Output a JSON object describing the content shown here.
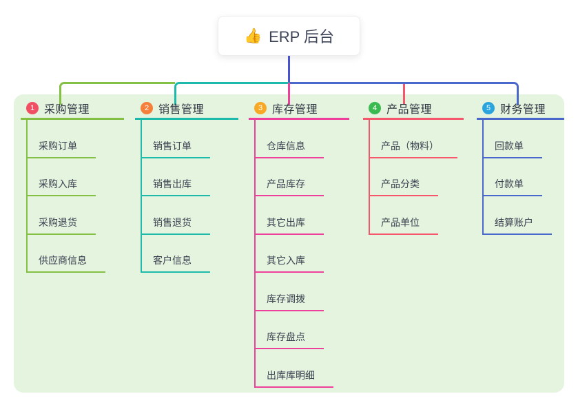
{
  "root": {
    "icon": "thumbs-up-icon",
    "icon_glyph": "👍",
    "title": "ERP 后台"
  },
  "colors": {
    "canvas_bg": "#ffffff",
    "panel_bg": "#e4f4df",
    "root_connector": "#4853cf",
    "root_text": "#3d4356",
    "branch_title_text": "#2f3542",
    "child_text": "#3a4150"
  },
  "branches": [
    {
      "num": "1",
      "label": "采购管理",
      "line_color": "#84c044",
      "badge_color": "#f14f63",
      "children": [
        "采购订单",
        "采购入库",
        "采购退货",
        "供应商信息"
      ]
    },
    {
      "num": "2",
      "label": "销售管理",
      "line_color": "#1db9ab",
      "badge_color": "#f57f3b",
      "children": [
        "销售订单",
        "销售出库",
        "销售退货",
        "客户信息"
      ]
    },
    {
      "num": "3",
      "label": "库存管理",
      "line_color": "#ee3f9d",
      "badge_color": "#f8a825",
      "children": [
        "仓库信息",
        "产品库存",
        "其它出库",
        "其它入库",
        "库存调拨",
        "库存盘点",
        "出库库明细"
      ]
    },
    {
      "num": "4",
      "label": "产品管理",
      "line_color": "#f5566c",
      "badge_color": "#3bba52",
      "children": [
        "产品（物料）",
        "产品分类",
        "产品单位"
      ]
    },
    {
      "num": "5",
      "label": "财务管理",
      "line_color": "#4a68cc",
      "badge_color": "#2ba4dd",
      "children": [
        "回款单",
        "付款单",
        "结算账户"
      ]
    }
  ]
}
